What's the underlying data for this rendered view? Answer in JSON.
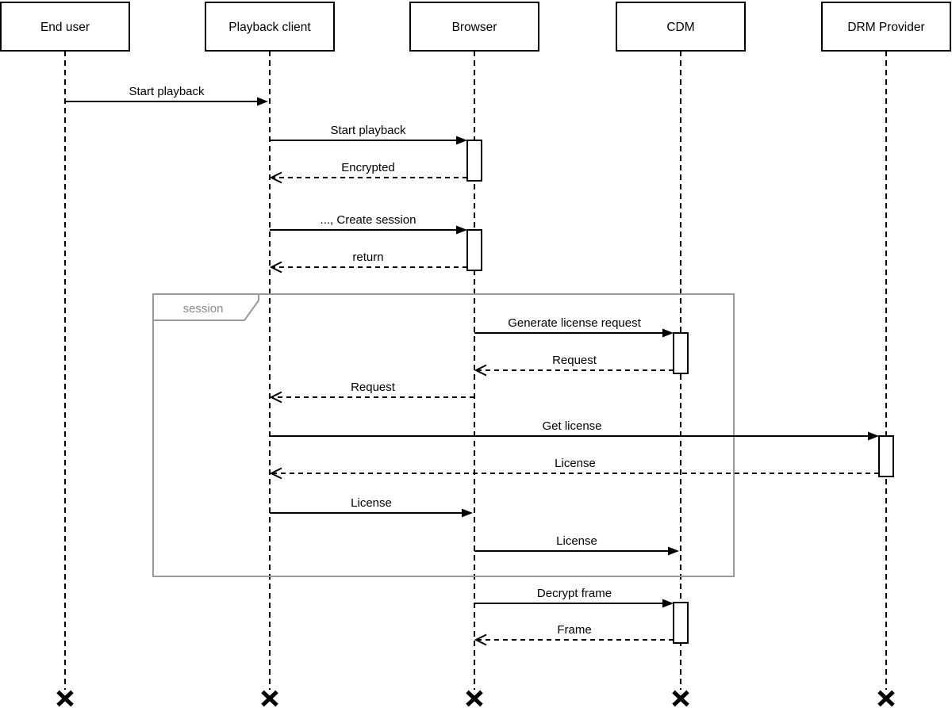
{
  "diagram": {
    "type": "uml-sequence-diagram",
    "colors": {
      "line": "#000000",
      "fill": "#ffffff",
      "frame_border": "#999999",
      "frame_label_text": "#8a8a8a",
      "background": "#ffffff"
    }
  },
  "participants": [
    {
      "id": "end-user",
      "label": "End user"
    },
    {
      "id": "playback-client",
      "label": "Playback client"
    },
    {
      "id": "browser",
      "label": "Browser"
    },
    {
      "id": "cdm",
      "label": "CDM"
    },
    {
      "id": "drm-provider",
      "label": "DRM Provider"
    }
  ],
  "fragment": {
    "label": "session"
  },
  "messages": [
    {
      "label": "Start playback",
      "from": "End user",
      "to": "Playback client",
      "kind": "sync",
      "in_fragment": false
    },
    {
      "label": "Start playback",
      "from": "Playback client",
      "to": "Browser",
      "kind": "sync",
      "in_fragment": false
    },
    {
      "label": "Encrypted",
      "from": "Browser",
      "to": "Playback client",
      "kind": "return",
      "in_fragment": false
    },
    {
      "label": "..., Create session",
      "from": "Playback client",
      "to": "Browser",
      "kind": "sync",
      "in_fragment": false
    },
    {
      "label": "return",
      "from": "Browser",
      "to": "Playback client",
      "kind": "return",
      "in_fragment": false
    },
    {
      "label": "Generate license request",
      "from": "Browser",
      "to": "CDM",
      "kind": "sync",
      "in_fragment": true
    },
    {
      "label": "Request",
      "from": "CDM",
      "to": "Browser",
      "kind": "return",
      "in_fragment": true
    },
    {
      "label": "Request",
      "from": "Browser",
      "to": "Playback client",
      "kind": "return",
      "in_fragment": true
    },
    {
      "label": "Get license",
      "from": "Playback client",
      "to": "DRM Provider",
      "kind": "sync",
      "in_fragment": true
    },
    {
      "label": "License",
      "from": "DRM Provider",
      "to": "Playback client",
      "kind": "return",
      "in_fragment": true
    },
    {
      "label": "License",
      "from": "Playback client",
      "to": "Browser",
      "kind": "sync",
      "in_fragment": true
    },
    {
      "label": "License",
      "from": "Browser",
      "to": "CDM",
      "kind": "sync",
      "in_fragment": true
    },
    {
      "label": "Decrypt frame",
      "from": "Browser",
      "to": "CDM",
      "kind": "sync",
      "in_fragment": false
    },
    {
      "label": "Frame",
      "from": "CDM",
      "to": "Browser",
      "kind": "return",
      "in_fragment": false
    }
  ],
  "icons": {
    "destroy-icon": "✖"
  }
}
